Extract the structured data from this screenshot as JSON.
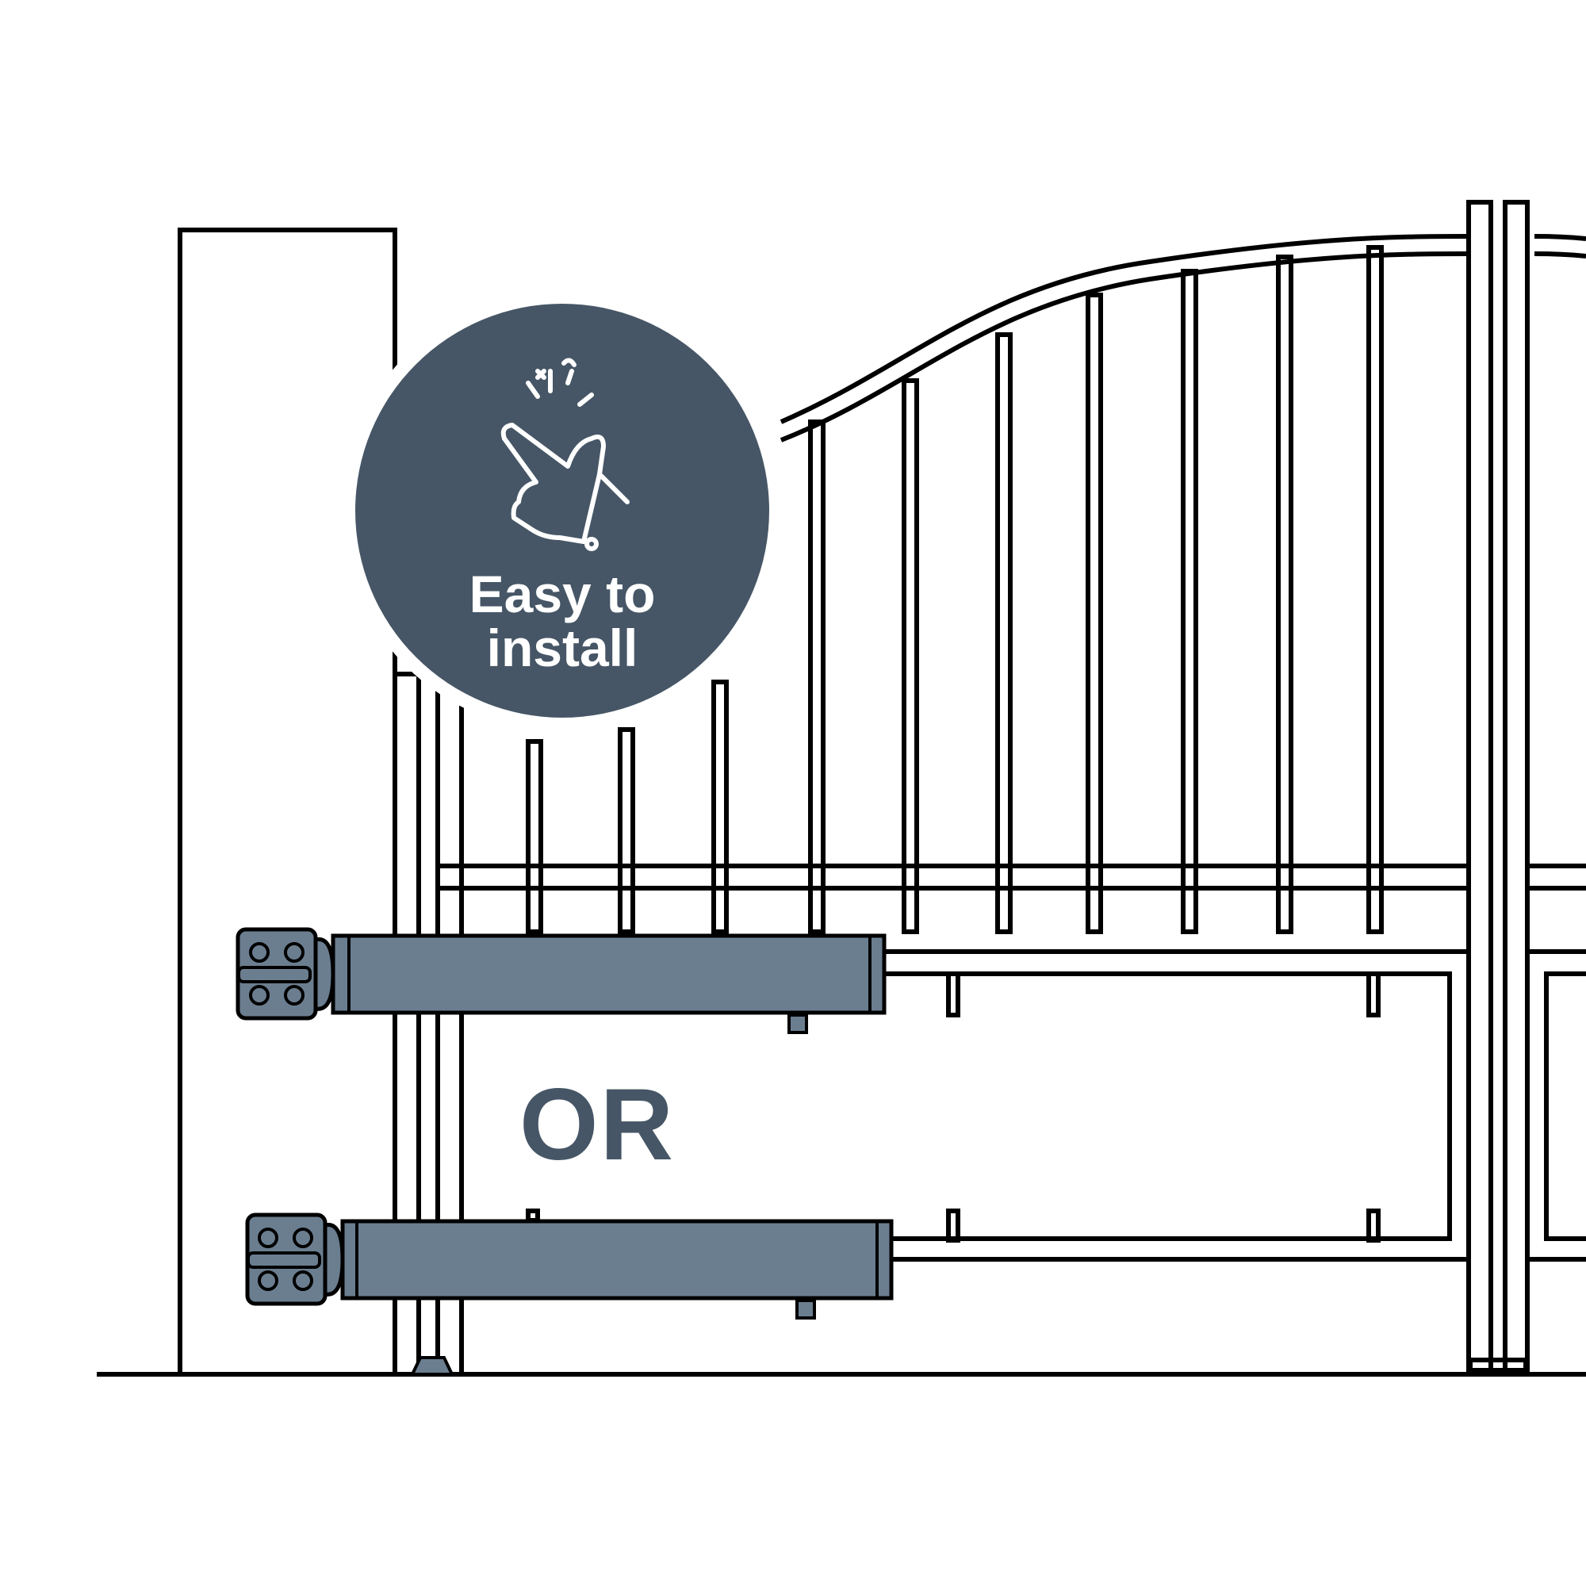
{
  "badge": {
    "line1": "Easy to",
    "line2": "install",
    "icon": "snap-finger-icon",
    "color": "#465666"
  },
  "separator": {
    "label": "OR",
    "color": "#465666"
  },
  "colors": {
    "line": "#000000",
    "opener_body": "#6b7e90",
    "bracket": "#6b7e90"
  }
}
